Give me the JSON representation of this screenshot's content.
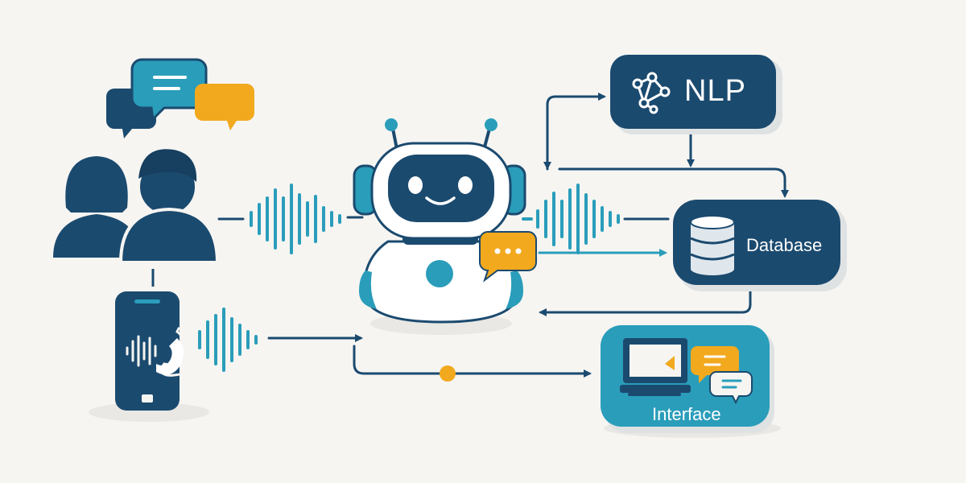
{
  "colors": {
    "navy": "#1b4a6f",
    "teal": "#2a9dba",
    "amber": "#f2a91e",
    "background": "#f6f5f2"
  },
  "nodes": {
    "nlp": {
      "label": "NLP",
      "icon": "network-graph-icon"
    },
    "database": {
      "label": "Database",
      "icon": "database-cylinder-icon"
    },
    "interface": {
      "label": "Interface",
      "icon": "monitor-chat-icon"
    }
  },
  "icons": [
    "users-icon",
    "chat-bubbles-icon",
    "phone-voice-icon",
    "chatbot-robot-icon",
    "sound-wave-icon"
  ]
}
